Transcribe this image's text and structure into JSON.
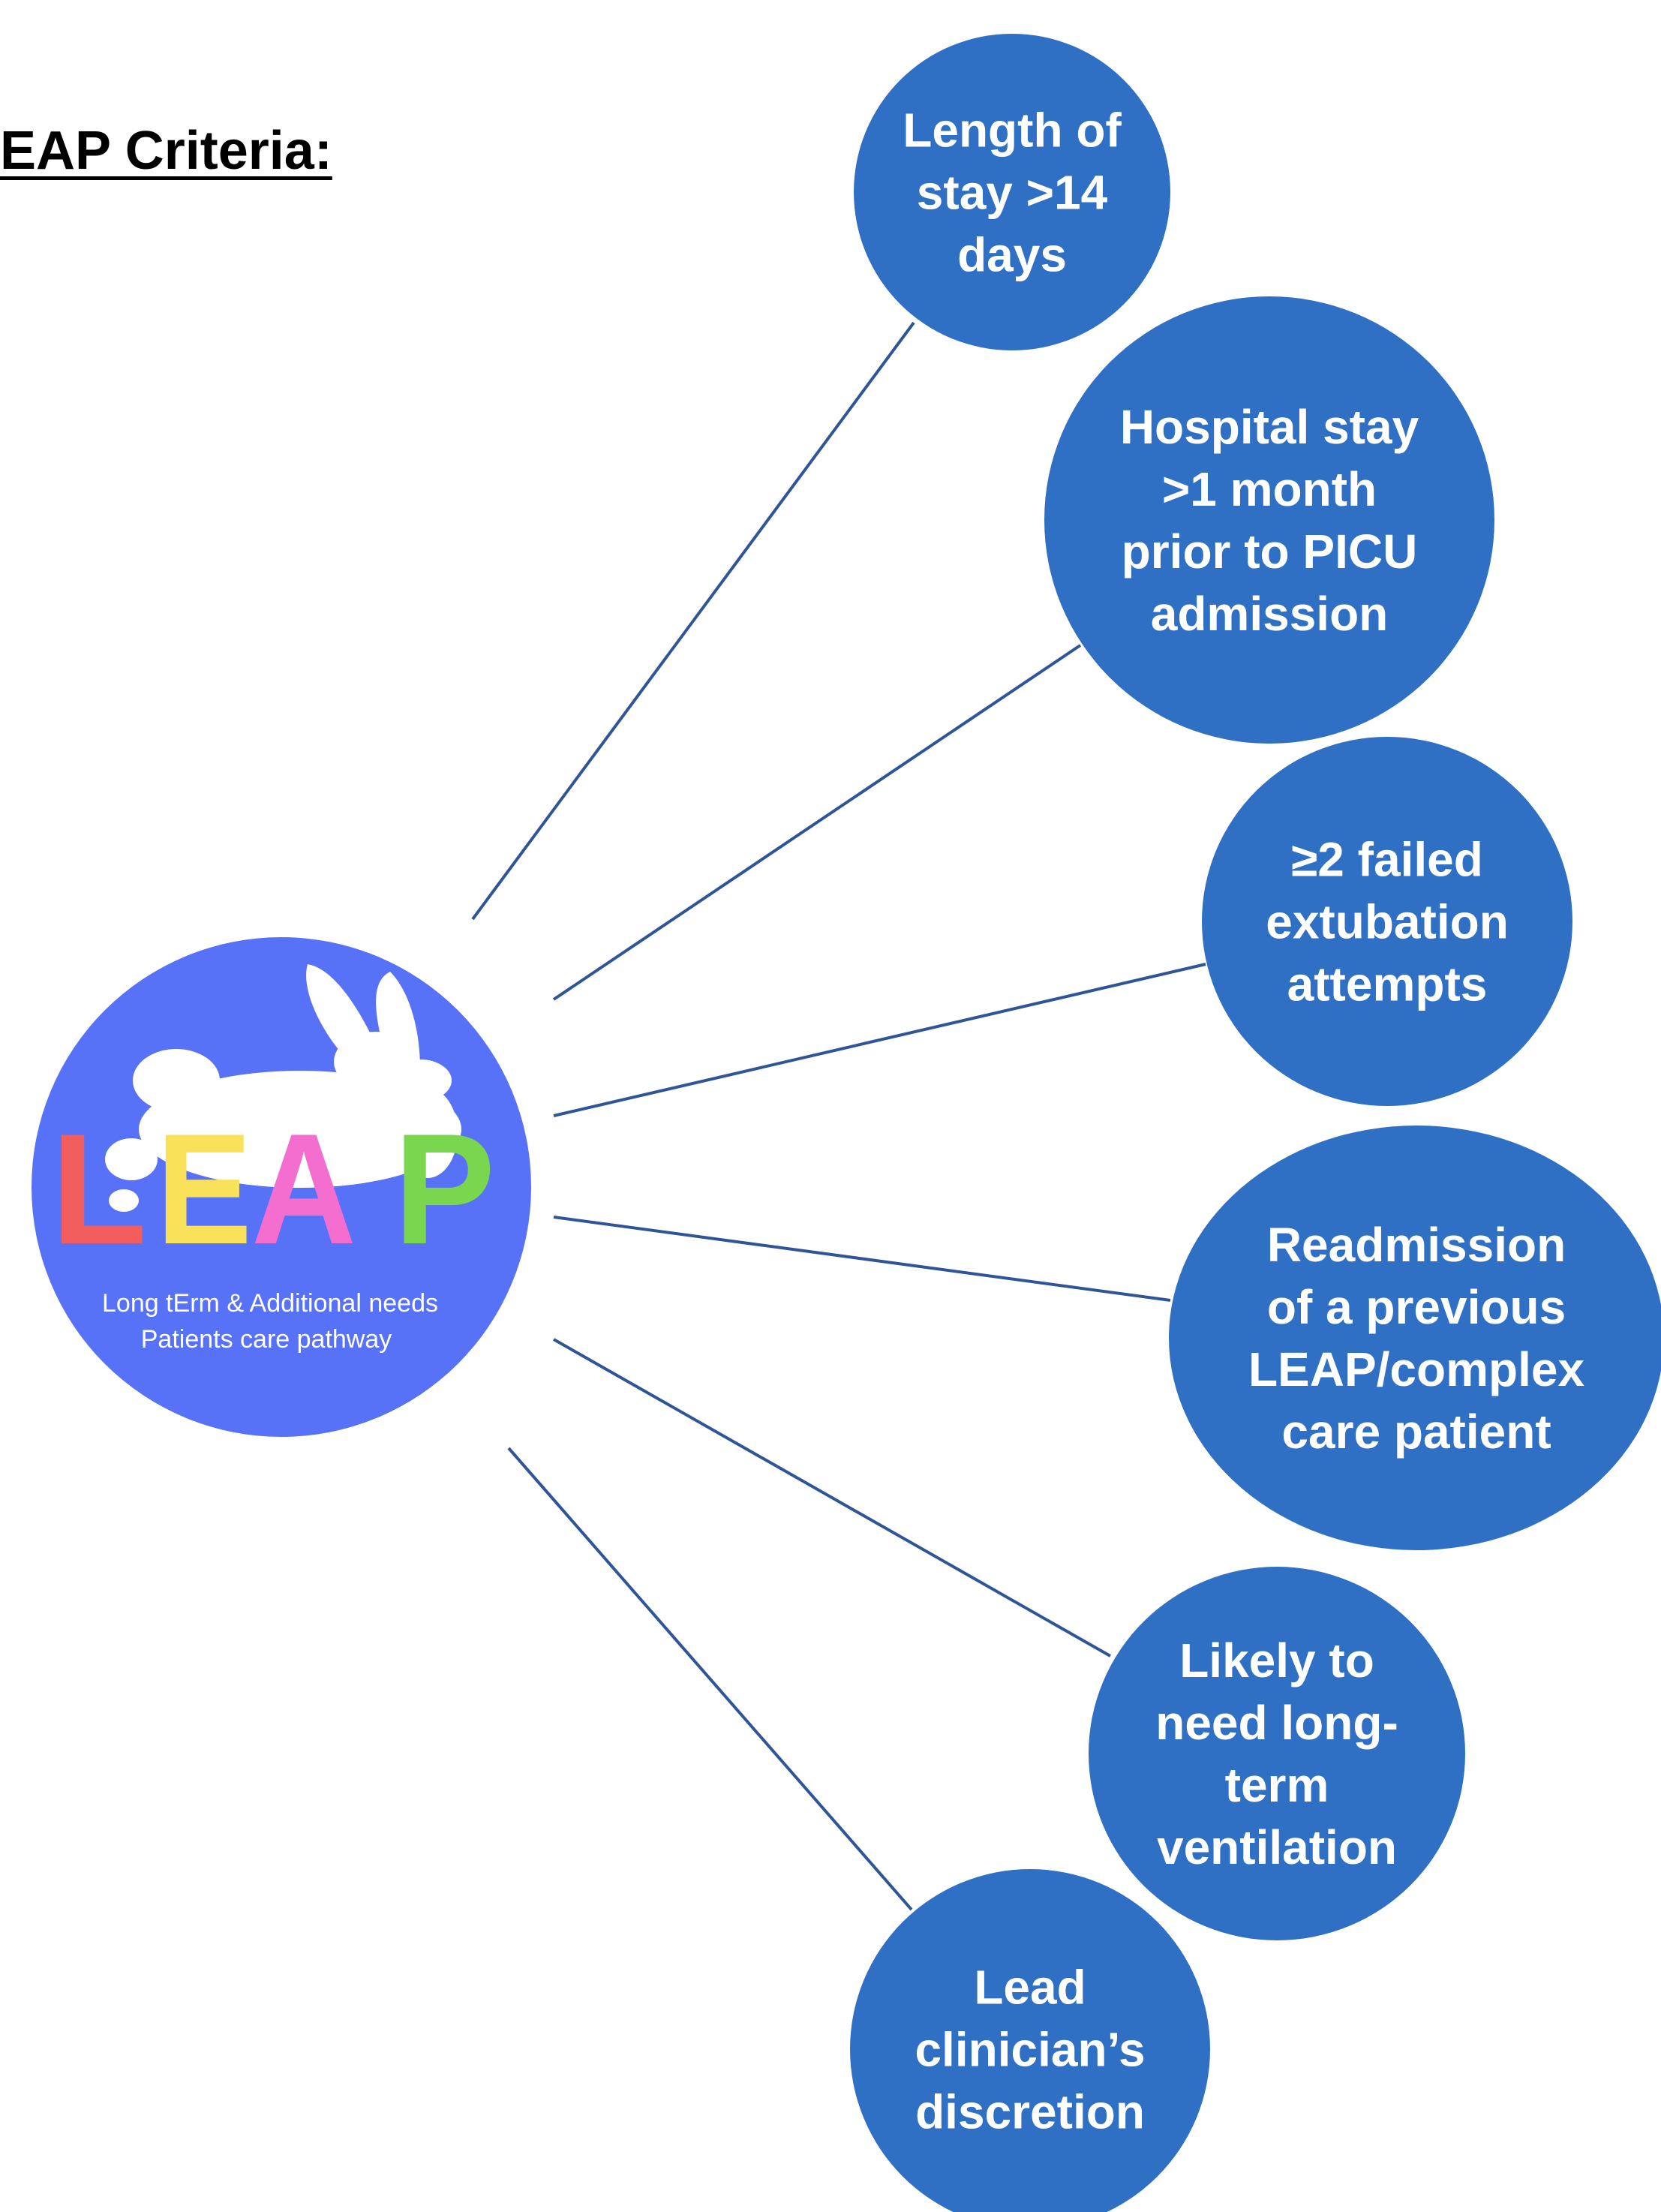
{
  "title": "EAP Criteria:",
  "logo": {
    "letters": [
      {
        "char": "L",
        "color": "#F25D5D"
      },
      {
        "char": "E",
        "color": "#F9E15A"
      },
      {
        "char": "A",
        "color": "#F46ED0"
      },
      {
        "char": "P",
        "color": "#7BD64F"
      }
    ],
    "subtitle_line1": "Long tErm & Additional needs",
    "subtitle_line2": "Patients care pathway",
    "circle_color": "#5872F7",
    "icon": "rabbit-silhouette-icon"
  },
  "criteria": [
    {
      "lines": [
        "Length of",
        "stay >14",
        "days"
      ]
    },
    {
      "lines": [
        "Hospital stay",
        ">1 month",
        "prior to PICU",
        "admission"
      ]
    },
    {
      "lines": [
        "≥2 failed",
        "extubation",
        "attempts"
      ]
    },
    {
      "lines": [
        "Readmission",
        "of a previous",
        "LEAP/complex",
        "care patient"
      ]
    },
    {
      "lines": [
        "Likely to",
        "need long-",
        "term",
        "ventilation"
      ]
    },
    {
      "lines": [
        "Lead",
        "clinician’s",
        "discretion"
      ]
    }
  ],
  "colors": {
    "node_fill": "#3070C4",
    "connector": "#2F5597",
    "node_text": "#FFFFFF"
  }
}
